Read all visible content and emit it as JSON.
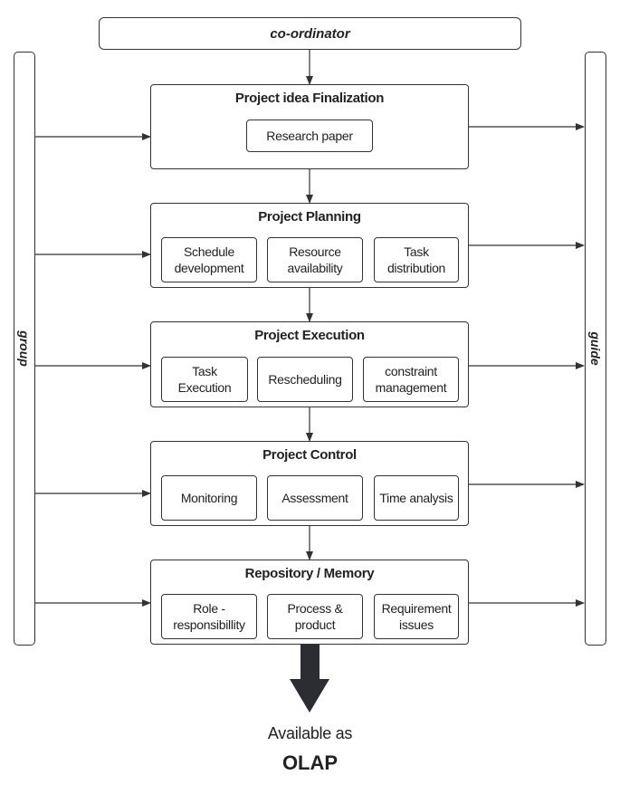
{
  "coordinator": "co-ordinator",
  "left_bar": "group",
  "right_bar": "guide",
  "stages": [
    {
      "title": "Project idea Finalization",
      "items": [
        "Research paper"
      ]
    },
    {
      "title": "Project Planning",
      "items": [
        "Schedule\ndevelopment",
        "Resource\navailability",
        "Task\ndistribution"
      ]
    },
    {
      "title": "Project Execution",
      "items": [
        "Task\nExecution",
        "Rescheduling",
        "constraint\nmanagement"
      ]
    },
    {
      "title": "Project Control",
      "items": [
        "Monitoring",
        "Assessment",
        "Time analysis"
      ]
    },
    {
      "title": "Repository / Memory",
      "items": [
        "Role -\nresponsibillity",
        "Process &\nproduct",
        "Requirement\nissues"
      ]
    }
  ],
  "output": {
    "line1": "Available as",
    "line2": "OLAP"
  }
}
